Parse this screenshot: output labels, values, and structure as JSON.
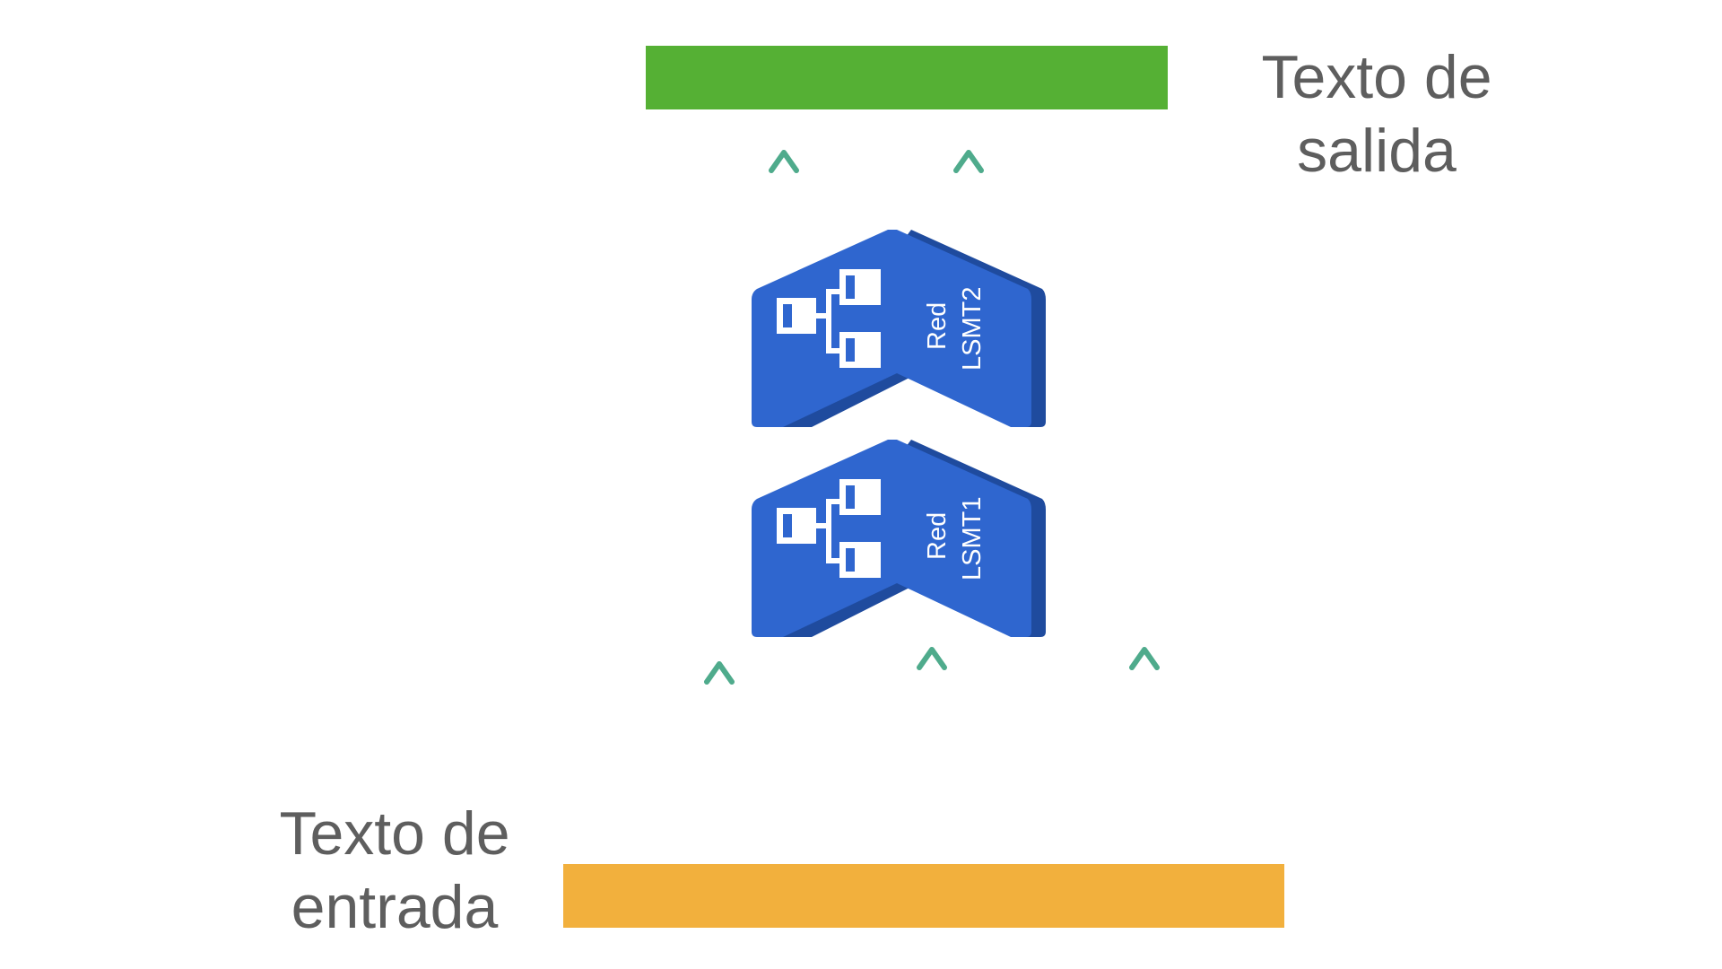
{
  "output_text": {
    "line1": "Texto de",
    "line2": "salida"
  },
  "input_text": {
    "line1": "Texto de",
    "line2": "entrada"
  },
  "layers": [
    {
      "name": "Red",
      "model": "LSMT2"
    },
    {
      "name": "Red",
      "model": "LSMT1"
    }
  ],
  "colors": {
    "output_bar": "#55b034",
    "input_bar": "#f2b03d",
    "block_face": "#2f66cf",
    "block_side": "#1f4b9e",
    "arrow": "#4fab8c",
    "label_text": "#5e5e5e"
  },
  "icons": [
    "network-tree-icon",
    "arrow-up-icon"
  ]
}
